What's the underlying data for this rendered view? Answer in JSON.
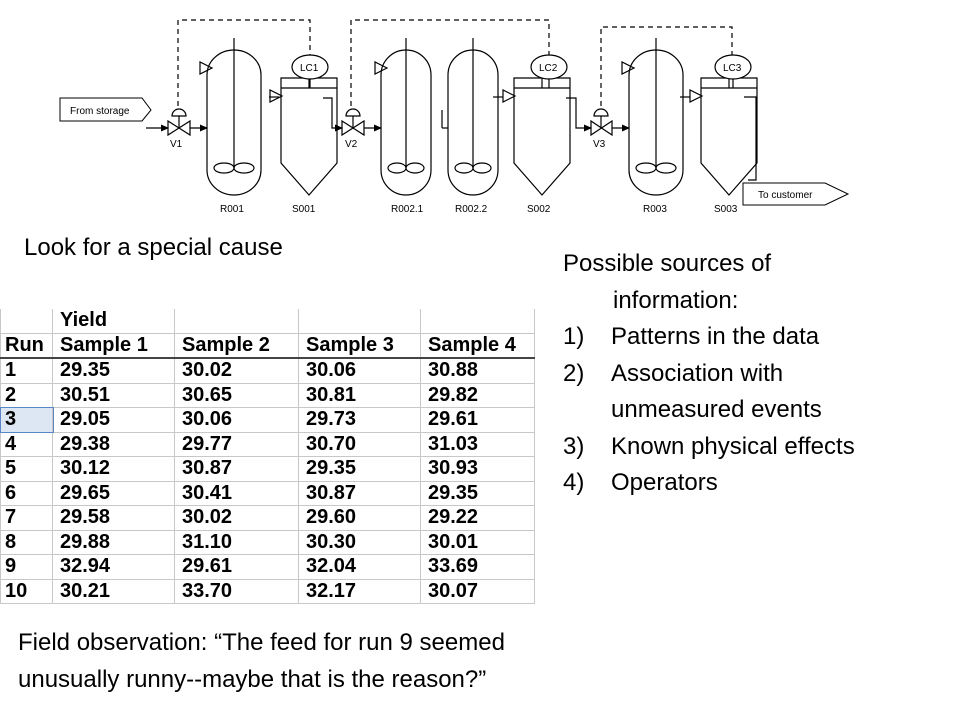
{
  "process_flow": {
    "inlet_label": "From storage",
    "outlet_label": "To customer",
    "valves": [
      "V1",
      "V2",
      "V3"
    ],
    "level_controllers": [
      "LC1",
      "LC2",
      "LC3"
    ],
    "reactors": [
      "R001",
      "R002.1",
      "R002.2",
      "R003"
    ],
    "surge_tanks": [
      "S001",
      "S002",
      "S003"
    ]
  },
  "heading": "Look for a special cause",
  "sources": {
    "title_line1": "Possible sources of",
    "title_line2": "information:",
    "items": [
      {
        "num": "1)",
        "text": "Patterns in the data"
      },
      {
        "num": "2)",
        "text": "Association with",
        "text2": "unmeasured events"
      },
      {
        "num": "3)",
        "text": "Known physical effects"
      },
      {
        "num": "4)",
        "text": "Operators"
      }
    ]
  },
  "table": {
    "group_header": "Yield",
    "columns": [
      "Run",
      "Sample 1",
      "Sample 2",
      "Sample 3",
      "Sample 4"
    ],
    "rows": [
      [
        "1",
        "29.35",
        "30.02",
        "30.06",
        "30.88"
      ],
      [
        "2",
        "30.51",
        "30.65",
        "30.81",
        "29.82"
      ],
      [
        "3",
        "29.05",
        "30.06",
        "29.73",
        "29.61"
      ],
      [
        "4",
        "29.38",
        "29.77",
        "30.70",
        "31.03"
      ],
      [
        "5",
        "30.12",
        "30.87",
        "29.35",
        "30.93"
      ],
      [
        "6",
        "29.65",
        "30.41",
        "30.87",
        "29.35"
      ],
      [
        "7",
        "29.58",
        "30.02",
        "29.60",
        "29.22"
      ],
      [
        "8",
        "29.88",
        "31.10",
        "30.30",
        "30.01"
      ],
      [
        "9",
        "32.94",
        "29.61",
        "32.04",
        "33.69"
      ],
      [
        "10",
        "30.21",
        "33.70",
        "32.17",
        "30.07"
      ]
    ]
  },
  "observation": {
    "line1": "Field observation:  “The feed for run 9 seemed",
    "line2": "unusually runny--maybe that is the reason?”"
  }
}
